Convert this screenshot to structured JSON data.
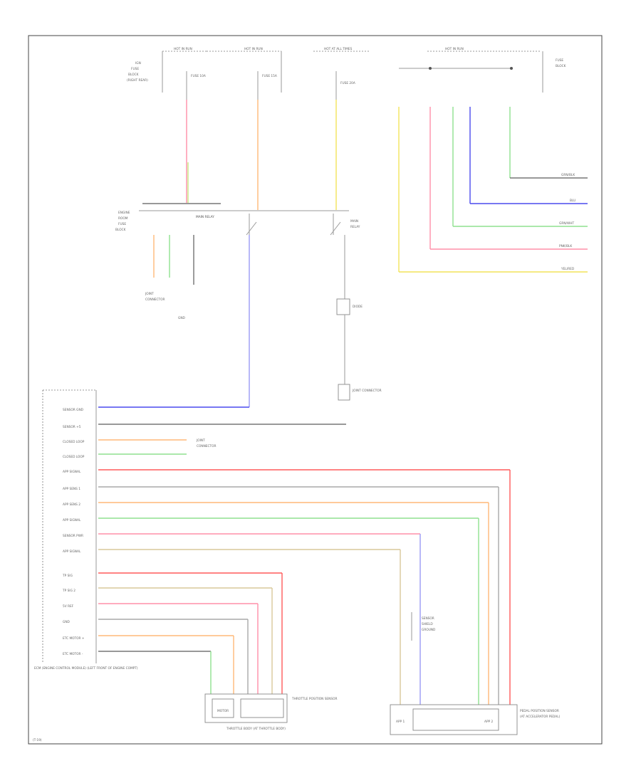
{
  "colors": {
    "frame": "#444444",
    "wire_red": "#ff5a5a",
    "wire_pink": "#ff8fa8",
    "wire_orange": "#ffb878",
    "wire_yellow": "#f2e45a",
    "wire_blue": "#4a4aee",
    "wire_violet": "#9a9af5",
    "wire_green": "#8fe08f",
    "wire_lightgreen": "#b6e8a8",
    "wire_gray": "#a8a8a8",
    "wire_tan": "#d8c89a"
  },
  "labels": {
    "bottom_left_code": "(T-19)",
    "ecm_name": "ECM (ENGINE CONTROL MODULE) (LEFT FRONT OF ENGINE COMPT)",
    "throttle_name": "THROTTLE BODY (AT THROTTLE BODY)",
    "throttle_sub": "THROTTLE POSITION SENSOR",
    "pedal_name": "PEDAL POSITION SENSOR",
    "pedal_sub": "(AT ACCELERATOR PEDAL)",
    "top_power_1": "HOT IN RUN",
    "top_power_2": "HOT IN RUN",
    "top_power_3": "HOT AT ALL TIMES",
    "top_power_4": "HOT IN RUN",
    "relay_label": "MAIN RELAY",
    "fuse_1": "FUSE 10A",
    "fuse_2": "FUSE 15A",
    "fuse_3": "FUSE 20A",
    "connector_label": "JOINT CONNECTOR",
    "right_out_1": "GRN/BLK",
    "right_out_2": "BLU",
    "right_out_3": "GRN/WHT",
    "right_out_4": "PNK/BLK",
    "right_out_5": "YEL/RED"
  }
}
